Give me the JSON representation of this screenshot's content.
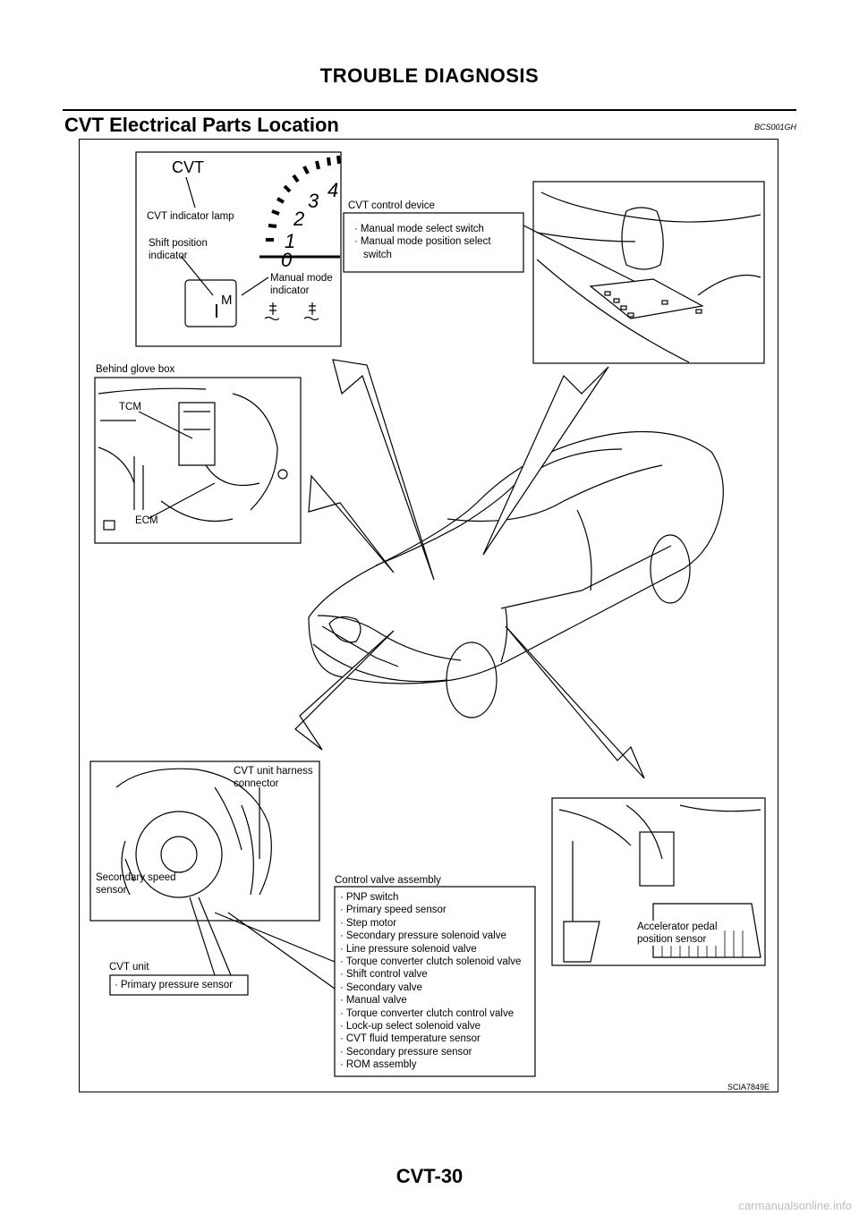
{
  "header": "TROUBLE DIAGNOSIS",
  "section_title": "CVT Electrical Parts Location",
  "section_code": "BCS001GH",
  "meter_panel": {
    "cvt_label": "CVT",
    "cvt_indicator_lamp": "CVT indicator lamp",
    "shift_position_indicator": [
      "Shift position",
      "indicator"
    ],
    "manual_mode_indicator": [
      "Manual mode",
      "indicator"
    ],
    "gauge_numbers": [
      "0",
      "1",
      "2",
      "3",
      "4"
    ],
    "indicator_letter": "M"
  },
  "cvt_control_device": {
    "title": "CVT control device",
    "items": [
      "Manual mode select switch",
      "Manual mode position select",
      "switch"
    ]
  },
  "glove_box": {
    "title": "Behind glove box",
    "tcm": "TCM",
    "ecm": "ECM"
  },
  "cvt_unit_panel": {
    "harness_connector": [
      "CVT unit harness",
      "connector"
    ],
    "secondary_speed_sensor": [
      "Secondary speed",
      "sensor"
    ],
    "cvt_unit": "CVT unit",
    "cvt_unit_items": [
      "Primary pressure sensor"
    ]
  },
  "control_valve_assembly": {
    "title": "Control valve assembly",
    "items": [
      "PNP switch",
      "Primary speed sensor",
      "Step motor",
      "Secondary pressure solenoid valve",
      "Line pressure solenoid valve",
      "Torque converter clutch solenoid valve",
      "Shift control valve",
      "Secondary valve",
      "Manual valve",
      "Torque converter clutch control valve",
      "Lock-up select solenoid valve",
      "CVT fluid temperature sensor",
      "Secondary pressure sensor",
      "ROM assembly"
    ]
  },
  "accelerator": [
    "Accelerator pedal",
    "position sensor"
  ],
  "figure_id": "SCIA7849E",
  "page_number": "CVT-30",
  "watermark": "carmanualsonline.info"
}
